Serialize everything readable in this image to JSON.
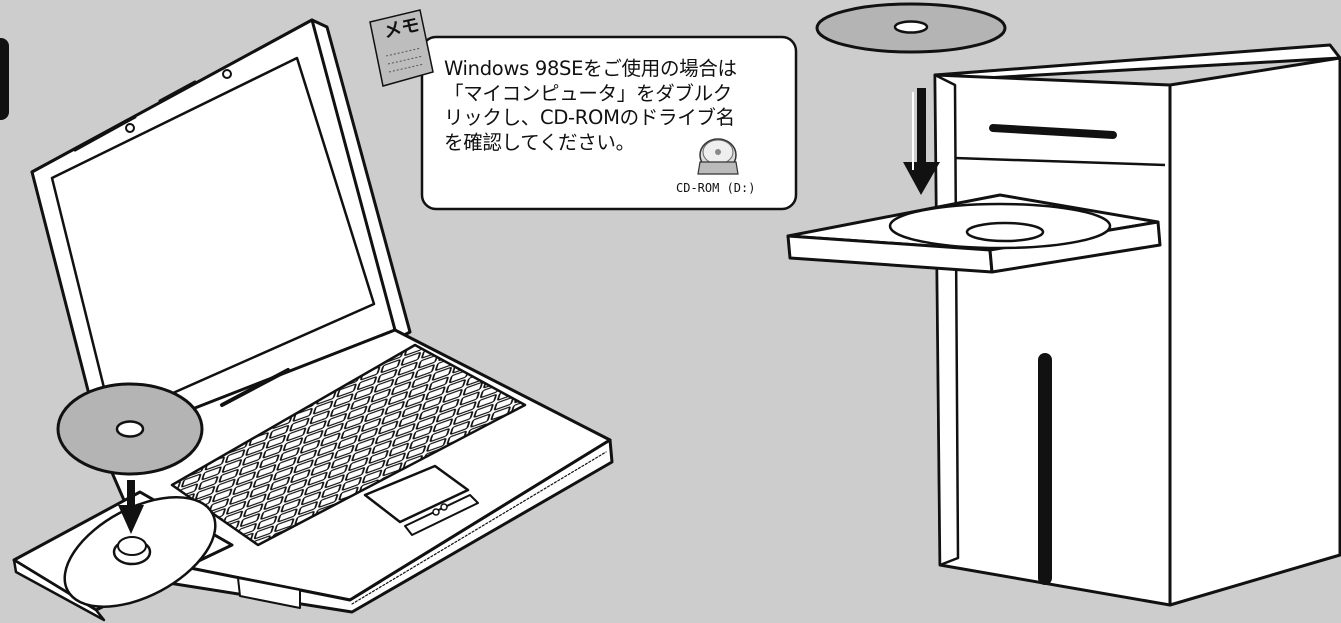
{
  "memo": {
    "tag": "メモ",
    "text_lines": [
      "Windows 98SEをご使用の場合は",
      "「マイコンピュータ」をダブルク",
      "リックし、CD-ROMのドライブ名",
      "を確認してください。"
    ],
    "drive_icon": "cd-drive-icon",
    "drive_label": "CD-ROM (D:)"
  },
  "colors": {
    "background": "#cdcdcd",
    "disc": "#b4b4b4",
    "panel": "#ffffff",
    "line": "#111111"
  }
}
